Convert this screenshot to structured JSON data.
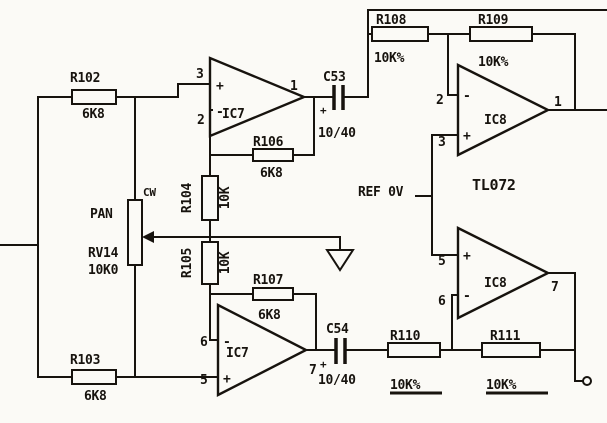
{
  "colors": {
    "ink": "#17130e",
    "paper": "#fbfaf6"
  },
  "components": {
    "r102": {
      "ref": "R102",
      "value": "6K8"
    },
    "r103": {
      "ref": "R103",
      "value": "6K8"
    },
    "r104": {
      "ref": "R104",
      "value": "10K"
    },
    "r105": {
      "ref": "R105",
      "value": "10K"
    },
    "r106": {
      "ref": "R106",
      "value": "6K8"
    },
    "r107": {
      "ref": "R107",
      "value": "6K8"
    },
    "r108": {
      "ref": "R108",
      "value": "10K%"
    },
    "r109": {
      "ref": "R109",
      "value": "10K%"
    },
    "r110": {
      "ref": "R110",
      "value": "10K%"
    },
    "r111": {
      "ref": "R111",
      "value": "10K%"
    },
    "c53": {
      "ref": "C53",
      "value": "10/40",
      "polarity": "+"
    },
    "c54": {
      "ref": "C54",
      "value": "10/40",
      "polarity": "+"
    },
    "rv14": {
      "function": "PAN",
      "ref": "RV14",
      "value": "10K0",
      "cw": "CW"
    },
    "ic7a": {
      "ref": "IC7",
      "pin_in1": "3",
      "sign_in1": "+",
      "pin_in2": "2",
      "sign_in2": "-",
      "pin_out": "1"
    },
    "ic7b": {
      "ref": "IC7",
      "pin_in1": "6",
      "sign_in1": "-",
      "pin_in2": "5",
      "sign_in2": "+",
      "pin_out": "7"
    },
    "ic8a": {
      "ref": "IC8",
      "pin_in1": "2",
      "sign_in1": "-",
      "pin_in2": "3",
      "sign_in2": "+",
      "pin_out": "1"
    },
    "ic8b": {
      "ref": "IC8",
      "pin_in1": "5",
      "sign_in1": "+",
      "pin_in2": "6",
      "sign_in2": "-",
      "pin_out": "7"
    },
    "ic8_part": "TL072"
  },
  "nets": {
    "ref_0v": "REF 0V"
  }
}
